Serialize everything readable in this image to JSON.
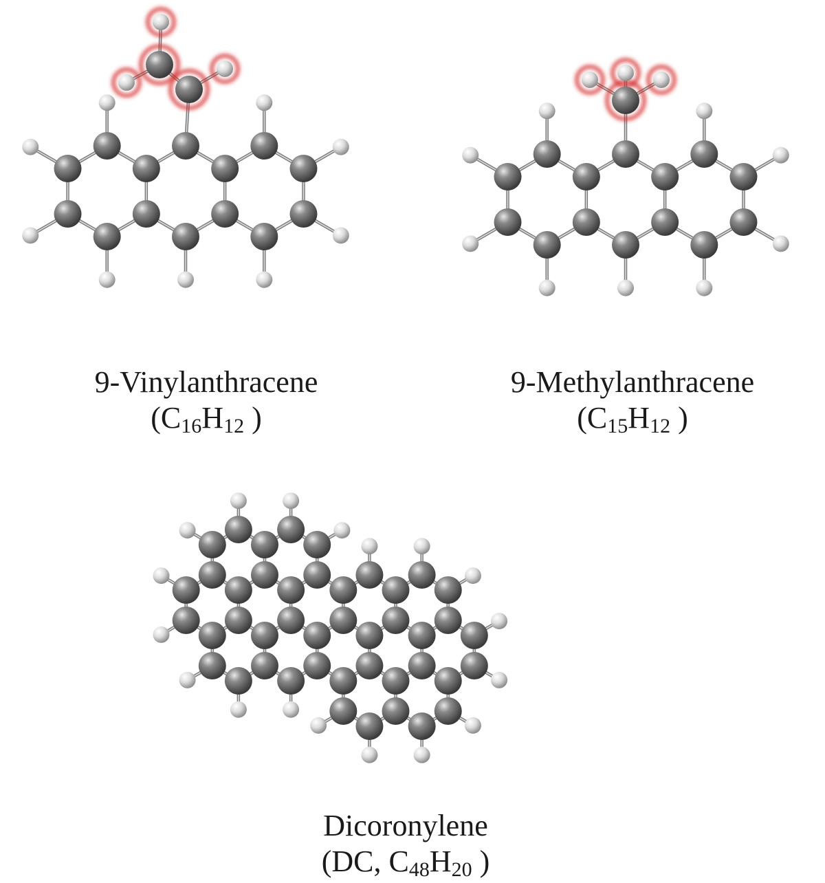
{
  "molecules": {
    "vinyl": {
      "name": "9-Vinylanthracene",
      "formula": {
        "open": "(",
        "c": "C",
        "c_n": "16",
        "h": "H",
        "h_n": "12",
        "close": " )"
      }
    },
    "methyl": {
      "name": "9-Methylanthracene",
      "formula": {
        "open": "(",
        "c": "C",
        "c_n": "15",
        "h": "H",
        "h_n": "12",
        "close": " )"
      }
    },
    "dc": {
      "name": "Dicoronylene",
      "formula": {
        "open": "(DC,  ",
        "c": "C",
        "c_n": "48",
        "h": "H",
        "h_n": "20",
        "close": " )"
      }
    }
  },
  "colors": {
    "carbon": "#6e6e6e",
    "hydrogen": "#d8d8d8",
    "bond": "#9a9a9a",
    "highlight": "#d42a2a",
    "text": "#1a1a1a"
  }
}
